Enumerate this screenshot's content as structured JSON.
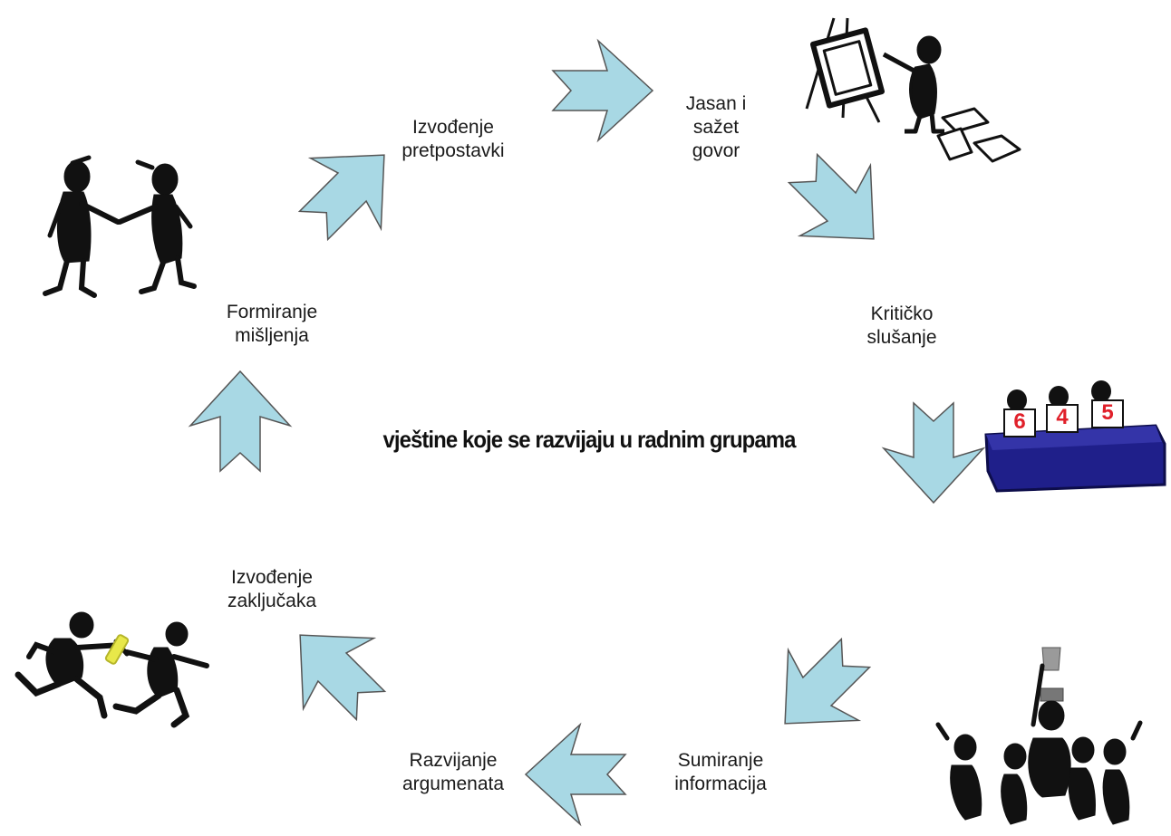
{
  "title": "vještine koje se razvijaju u radnim grupama",
  "colors": {
    "arrow": "#a8d8e4",
    "arrow_stroke": "#555555",
    "table": "#1f1f8a",
    "baton": "#e8e84a",
    "score": "#e0202a"
  },
  "steps": [
    {
      "label": [
        "Izvođenje",
        "pretpostavki"
      ]
    },
    {
      "label": [
        "Jasan i",
        "sažet",
        "govor"
      ]
    },
    {
      "label": [
        "Kritičko",
        "slušanje"
      ]
    },
    {
      "label": [
        "Sumiranje",
        "informacija"
      ]
    },
    {
      "label": [
        "Razvijanje",
        "argumenata"
      ]
    },
    {
      "label": [
        "Izvođenje",
        "zaključaka"
      ]
    },
    {
      "label": [
        "Formiranje",
        "mišljenja"
      ]
    }
  ],
  "scores": [
    "6",
    "4",
    "5"
  ],
  "icons": [
    "handshake-figures-icon",
    "easel-painter-figure-icon",
    "judges-table-icon",
    "trophy-celebration-icon",
    "relay-runners-icon"
  ]
}
